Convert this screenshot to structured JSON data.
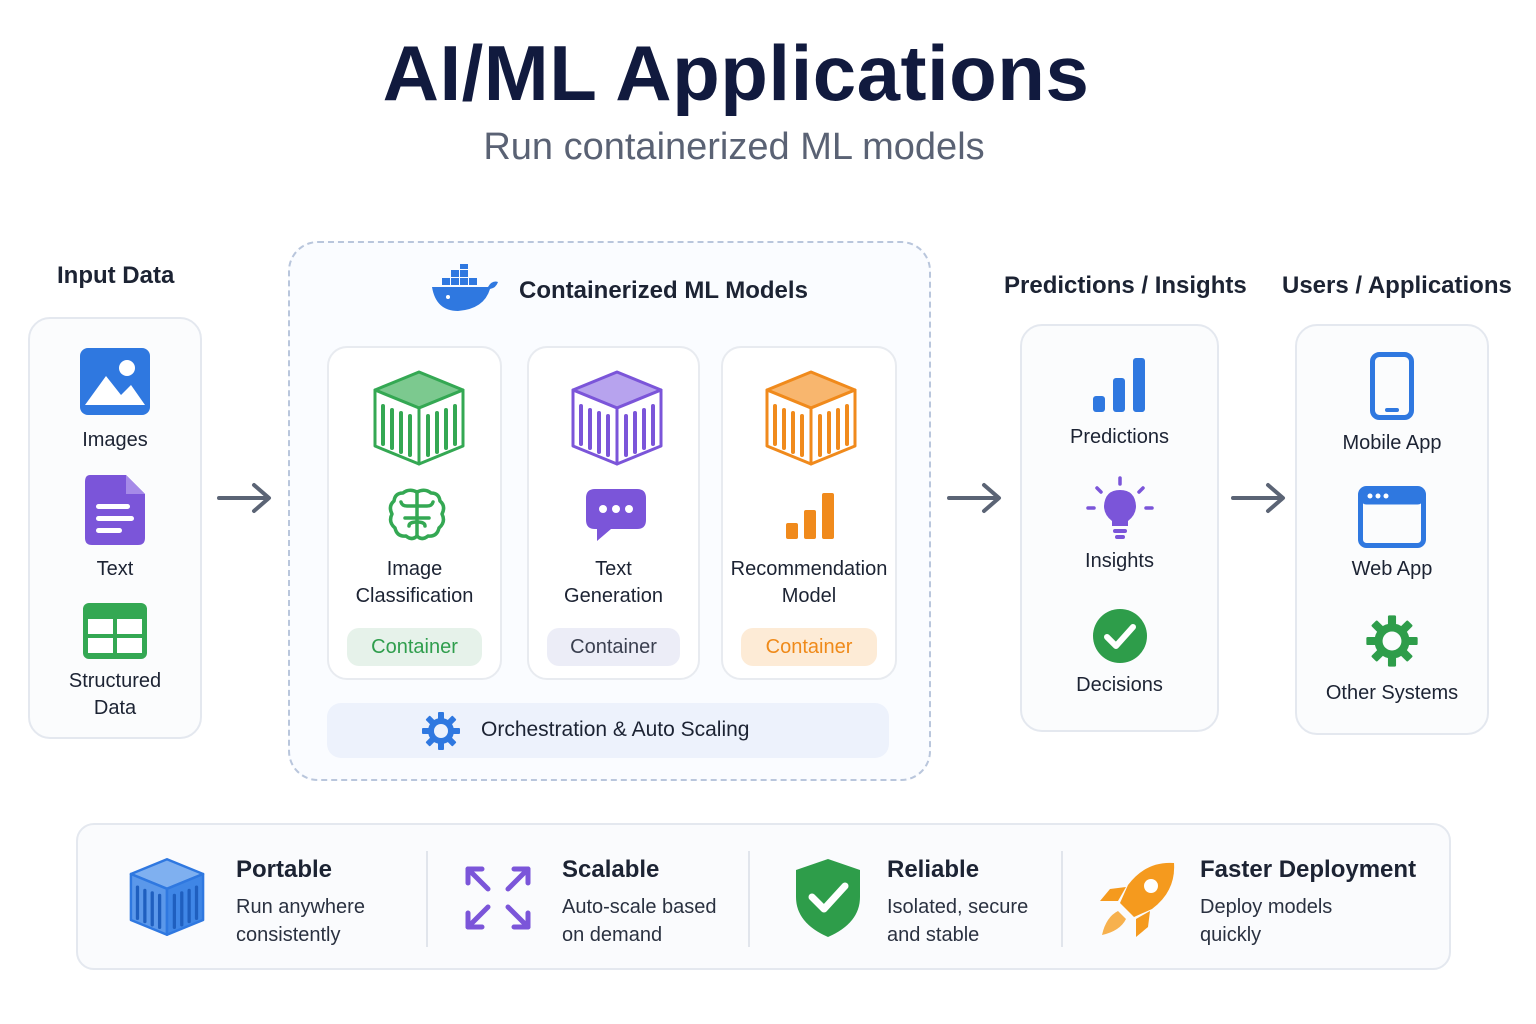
{
  "header": {
    "title": "AI/ML Applications",
    "subtitle": "Run containerized ML models"
  },
  "input": {
    "heading": "Input Data",
    "items": [
      {
        "label": "Images",
        "icon": "image-icon"
      },
      {
        "label": "Text",
        "icon": "document-icon"
      },
      {
        "label": "Structured\nData",
        "icon": "table-icon"
      }
    ]
  },
  "models": {
    "heading": "Containerized ML Models",
    "logo": "docker-whale-icon",
    "cards": [
      {
        "label": "Image\nClassification",
        "pill": "Container",
        "icon": "brain-icon",
        "accent": "#34a853",
        "pill_bg": "#e6f2ea",
        "pill_text": "#2f9e4d"
      },
      {
        "label": "Text\nGeneration",
        "pill": "Container",
        "icon": "chat-bubble-icon",
        "accent": "#7b55d9",
        "pill_bg": "#ecedf7",
        "pill_text": "#3b4050"
      },
      {
        "label": "Recommendation\nModel",
        "pill": "Container",
        "icon": "bar-chart-icon",
        "accent": "#f08a1c",
        "pill_bg": "#fdebd6",
        "pill_text": "#ef8a1a"
      }
    ],
    "orchestration": "Orchestration & Auto Scaling"
  },
  "outputs": {
    "heading": "Predictions / Insights",
    "items": [
      {
        "label": "Predictions",
        "icon": "bar-chart-icon"
      },
      {
        "label": "Insights",
        "icon": "lightbulb-icon"
      },
      {
        "label": "Decisions",
        "icon": "check-circle-icon"
      }
    ]
  },
  "consumers": {
    "heading": "Users / Applications",
    "items": [
      {
        "label": "Mobile App",
        "icon": "phone-icon"
      },
      {
        "label": "Web App",
        "icon": "browser-window-icon"
      },
      {
        "label": "Other Systems",
        "icon": "gear-icon"
      }
    ]
  },
  "features": [
    {
      "title": "Portable",
      "desc": "Run anywhere consistently",
      "icon": "container-icon",
      "color": "#2f78e0"
    },
    {
      "title": "Scalable",
      "desc": "Auto-scale based on demand",
      "icon": "expand-arrows-icon",
      "color": "#7b55d9"
    },
    {
      "title": "Reliable",
      "desc": "Isolated, secure and stable",
      "icon": "shield-check-icon",
      "color": "#2e9d4a"
    },
    {
      "title": "Faster Deployment",
      "desc": "Deploy models quickly",
      "icon": "rocket-icon",
      "color": "#f59a1e"
    }
  ],
  "colors": {
    "title": "#111a3e",
    "blue": "#2f78e0",
    "green": "#34a853",
    "purple": "#7b55d9",
    "orange": "#f08a1c",
    "arrow": "#5b6475"
  }
}
